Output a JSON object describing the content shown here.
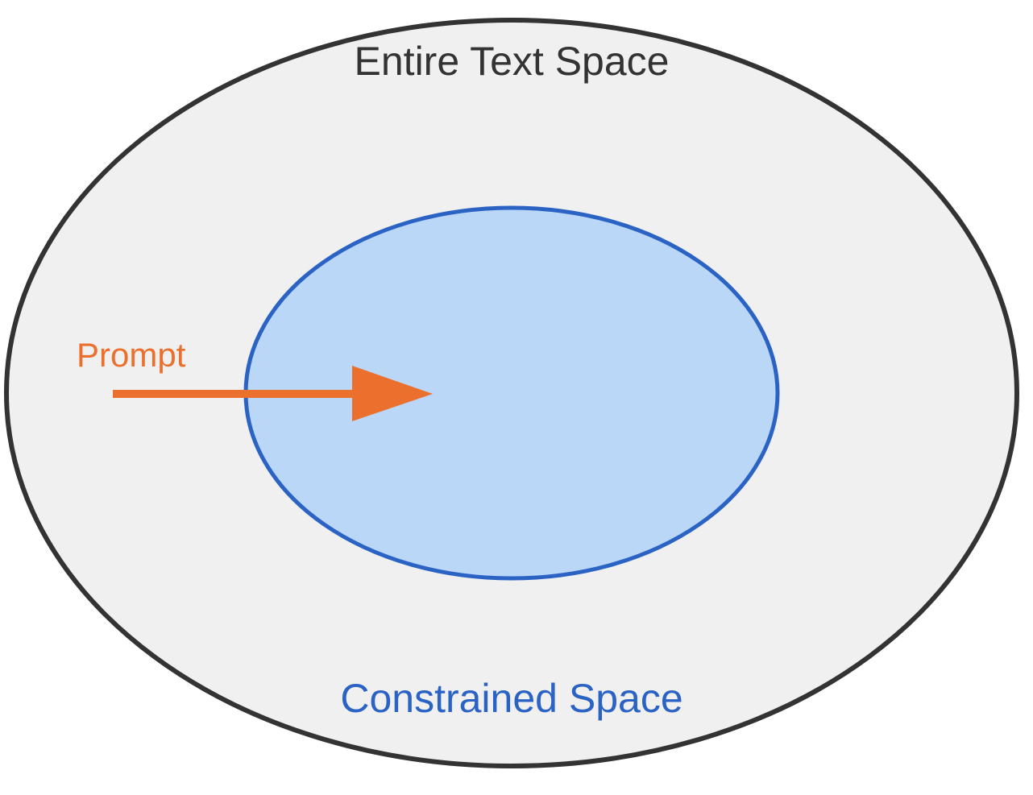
{
  "diagram": {
    "outer_label": "Entire Text Space",
    "inner_label": "Constrained Space",
    "arrow_label": "Prompt"
  },
  "colors": {
    "outer_fill": "#f0f0f0",
    "outer_stroke": "#333333",
    "inner_fill": "#bad7f8",
    "inner_stroke": "#2b63c5",
    "arrow": "#ec702d",
    "outer_text": "#333333",
    "inner_text": "#2b63c5",
    "arrow_text": "#ec702d"
  }
}
